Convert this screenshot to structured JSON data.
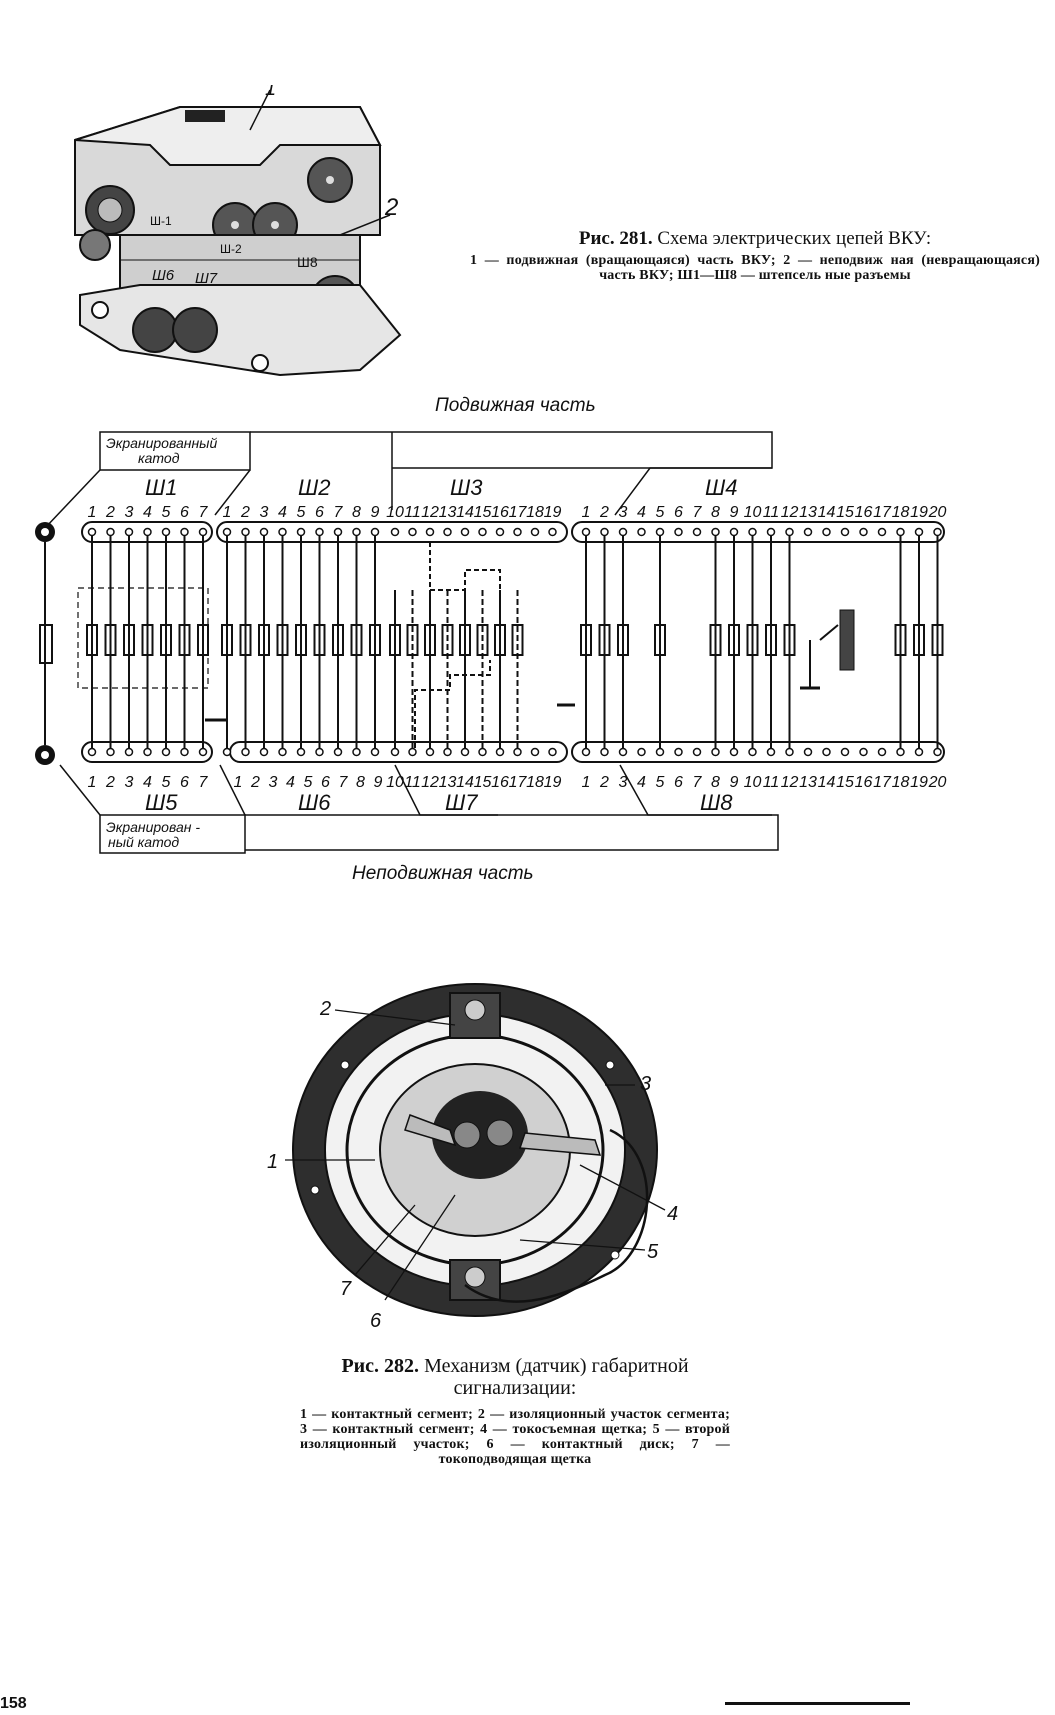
{
  "figure281": {
    "photo_labels": [
      "1",
      "2",
      "Ш-1",
      "Ш-2",
      "Ш6",
      "Ш7",
      "Ш8"
    ],
    "caption_num": "Рис. 281.",
    "caption_title": "Схема электрических цепей ВКУ:",
    "caption_body": "1 — подвижная (вращающаяся) часть ВКУ; 2 — неподвиж ная (невращающаяся) часть ВКУ; Ш1—Ш8 — штепсель ные разъемы"
  },
  "schematic": {
    "top_part_label": "Подвижная часть",
    "bottom_part_label": "Неподвижная часть",
    "top_box_label": "Экранированный катод",
    "bottom_box_label": "Экранирован- ный катод",
    "connectors_top": [
      "Ш1",
      "Ш2",
      "Ш3",
      "Ш4"
    ],
    "connectors_bottom": [
      "Ш5",
      "Ш6",
      "Ш7",
      "Ш8"
    ],
    "pins_7": [
      "1",
      "2",
      "3",
      "4",
      "5",
      "6",
      "7"
    ],
    "pins_8": [
      "1",
      "2",
      "3",
      "4",
      "5",
      "6",
      "7",
      "8"
    ],
    "pins_9": [
      "1",
      "2",
      "3",
      "4",
      "5",
      "6",
      "7",
      "8",
      "9"
    ],
    "pins_3_19": [
      "10",
      "11",
      "12",
      "13",
      "14",
      "15",
      "16",
      "17",
      "18",
      "19"
    ],
    "pins_20": [
      "1",
      "2",
      "3",
      "4",
      "5",
      "6",
      "7",
      "8",
      "9",
      "10",
      "11",
      "12",
      "13",
      "14",
      "15",
      "16",
      "17",
      "18",
      "19",
      "20"
    ]
  },
  "figure282": {
    "callouts": [
      "1",
      "2",
      "3",
      "4",
      "5",
      "6",
      "7"
    ],
    "caption_num": "Рис. 282.",
    "caption_title": "Механизм (датчик) габаритной сигнализации:",
    "caption_body": "1 — контактный сегмент; 2 — изоляционный участок сегмента; 3 — контактный сегмент; 4 — токосъемная щетка; 5 — второй изоляционный участок; 6 — контактный диск; 7 — токоподводящая щетка"
  },
  "page_number": "158"
}
